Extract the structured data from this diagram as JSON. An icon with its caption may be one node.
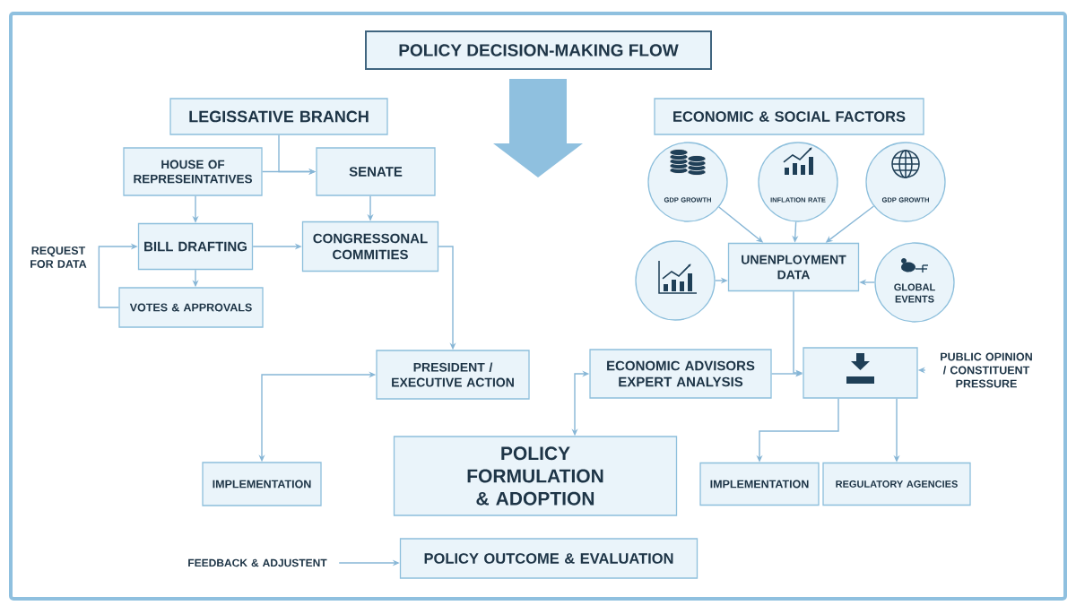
{
  "diagram": {
    "title": "POLICY DECISION-MAKING FLOW",
    "nodes": [
      {
        "text": [
          "LEGISSATIVE BRANCH"
        ]
      },
      {
        "text": [
          "HOUSE OF REPRESEINTATIVES"
        ]
      },
      {
        "text": [
          "SENATE"
        ]
      },
      {
        "text": [
          "BILL DRAFTING"
        ]
      },
      {
        "text": [
          "CONGRESSONAL COMMITIES"
        ]
      },
      {
        "text": [
          "VOTES & APPROVALS"
        ]
      },
      {
        "text": [
          "PRESIDENT / EXECUTIVE ACTION"
        ]
      },
      {
        "text": [
          "IMPLEMENTATION"
        ]
      },
      {
        "text": [
          "POLICY FORMULATION & ADOPTION"
        ]
      },
      {
        "text": [
          "POLICY OUTCOME & EVALUATION"
        ]
      },
      {
        "text": [
          "FEEDBACK & ADJUSTENT"
        ]
      },
      {
        "text": [
          "ECONOMIC & SOCIAL FACTORS"
        ]
      },
      {
        "text": [
          "GDP GROWTH"
        ]
      },
      {
        "text": [
          "INFLATION RATE"
        ]
      },
      {
        "text": [
          "GDP GROWTH"
        ]
      },
      {
        "text": [],
        "shape": "circle"
      },
      {
        "text": [
          "UNENPLOYMENT DATA"
        ]
      },
      {
        "text": [
          "GLOBAL EVENTS"
        ]
      },
      {
        "text": [
          "ECONOMIC ADVISORS EXPERT ANALYSIS"
        ]
      },
      {
        "text": [],
        "shape": "box"
      },
      {
        "text": [
          "PUBLIC OPINION / CONSTITUENT PRESSURE"
        ]
      },
      {
        "text": [
          "IMPLEMENTATION"
        ]
      },
      {
        "text": [
          "REGULATORY AGENCIES"
        ]
      }
    ],
    "edges": [
      {
        "from": 0,
        "to": 2,
        "arrow": "to"
      },
      {
        "from": 1,
        "to": 2,
        "arrow": "to"
      },
      {
        "from": 1,
        "to": 3,
        "arrow": "to"
      },
      {
        "from": 2,
        "to": 4,
        "arrow": "to"
      },
      {
        "from": 3,
        "to": 4,
        "arrow": "to"
      },
      {
        "from": 3,
        "to": 5,
        "arrow": "to"
      },
      {
        "from": 5,
        "to": 3,
        "arrow": "to"
      },
      {
        "from": 4,
        "to": 6,
        "arrow": "to"
      },
      {
        "from": 6,
        "to": 7,
        "arrow": "both"
      },
      {
        "from": 18,
        "to": 8,
        "arrow": "both"
      },
      {
        "from": 12,
        "to": 16,
        "arrow": "to"
      },
      {
        "from": 13,
        "to": 16,
        "arrow": "to"
      },
      {
        "from": 14,
        "to": 16,
        "arrow": "to"
      },
      {
        "from": 15,
        "to": 16,
        "arrow": "to"
      },
      {
        "from": 17,
        "to": 16,
        "arrow": "to"
      },
      {
        "from": 16,
        "to": 19,
        "arrow": "to"
      },
      {
        "from": 18,
        "to": 19,
        "arrow": "to"
      },
      {
        "from": 20,
        "to": 19,
        "arrow": "to"
      },
      {
        "from": 19,
        "to": 21,
        "arrow": "to"
      },
      {
        "from": 19,
        "to": 22,
        "arrow": "to"
      },
      {
        "from": 10,
        "to": 9,
        "arrow": "to"
      }
    ],
    "labels": [
      "REQUEST FOR DATA"
    ]
  }
}
